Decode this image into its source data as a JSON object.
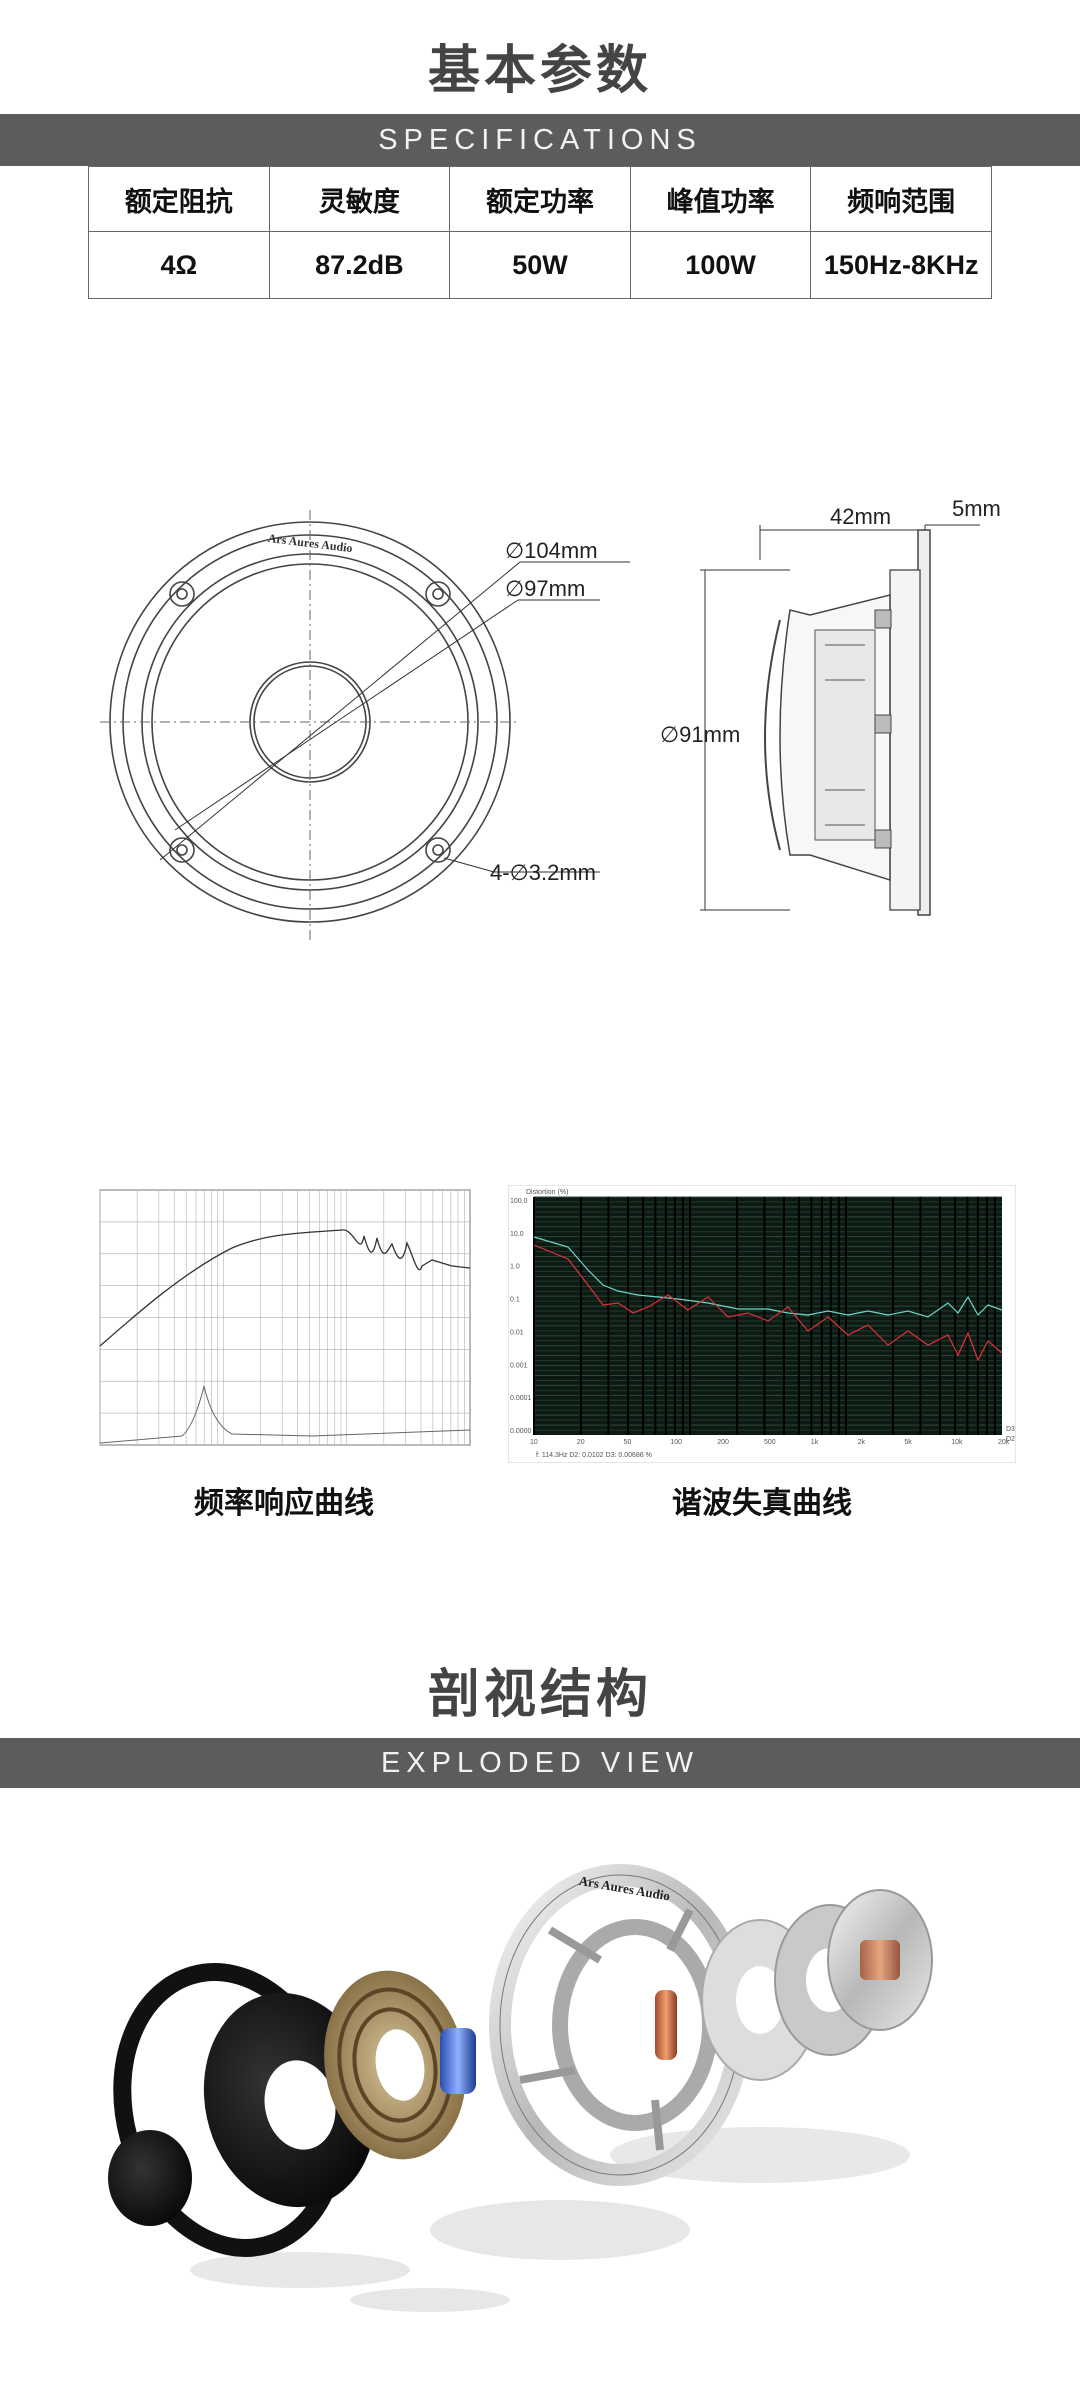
{
  "specs": {
    "title": "基本参数",
    "band": "SPECIFICATIONS",
    "headers": [
      "额定阻抗",
      "灵敏度",
      "额定功率",
      "峰值功率",
      "频响范围"
    ],
    "values": [
      "4Ω",
      "87.2dB",
      "50W",
      "100W",
      "150Hz-8KHz"
    ]
  },
  "drawing": {
    "brand": "Ars Aures Audio",
    "dim_outer": "104mm",
    "dim_inner": "97mm",
    "dim_holes": "4-",
    "dim_holes_value": "3.2mm",
    "dim_depth": "42mm",
    "dim_flange": "5mm",
    "dim_body": "91mm",
    "diameter_symbol": "∅"
  },
  "captions": {
    "freq_response": "频率响应曲线",
    "distortion": "谐波失真曲线"
  },
  "distortion_chart": {
    "title": "Distortion (%)",
    "y_ticks": [
      "100.0",
      "10.0",
      "1.0",
      "0.1",
      "0.01",
      "0.001",
      "0.0001",
      "0.0000"
    ],
    "x_ticks": [
      "10",
      "20",
      "50",
      "100",
      "200",
      "500",
      "1k",
      "2k",
      "5k",
      "10k",
      "20k"
    ],
    "footer": "f: 114.3Hz   D2: 0.0102   D3: 0.00686 %",
    "legend": [
      "D3",
      "D2"
    ],
    "colors": {
      "background": "#0d1a14",
      "d2": "#6fd6c6",
      "d3": "#e0303a"
    }
  },
  "exploded": {
    "title": "剖视结构",
    "band": "EXPLODED VIEW",
    "brand": "Ars Aures Audio"
  }
}
